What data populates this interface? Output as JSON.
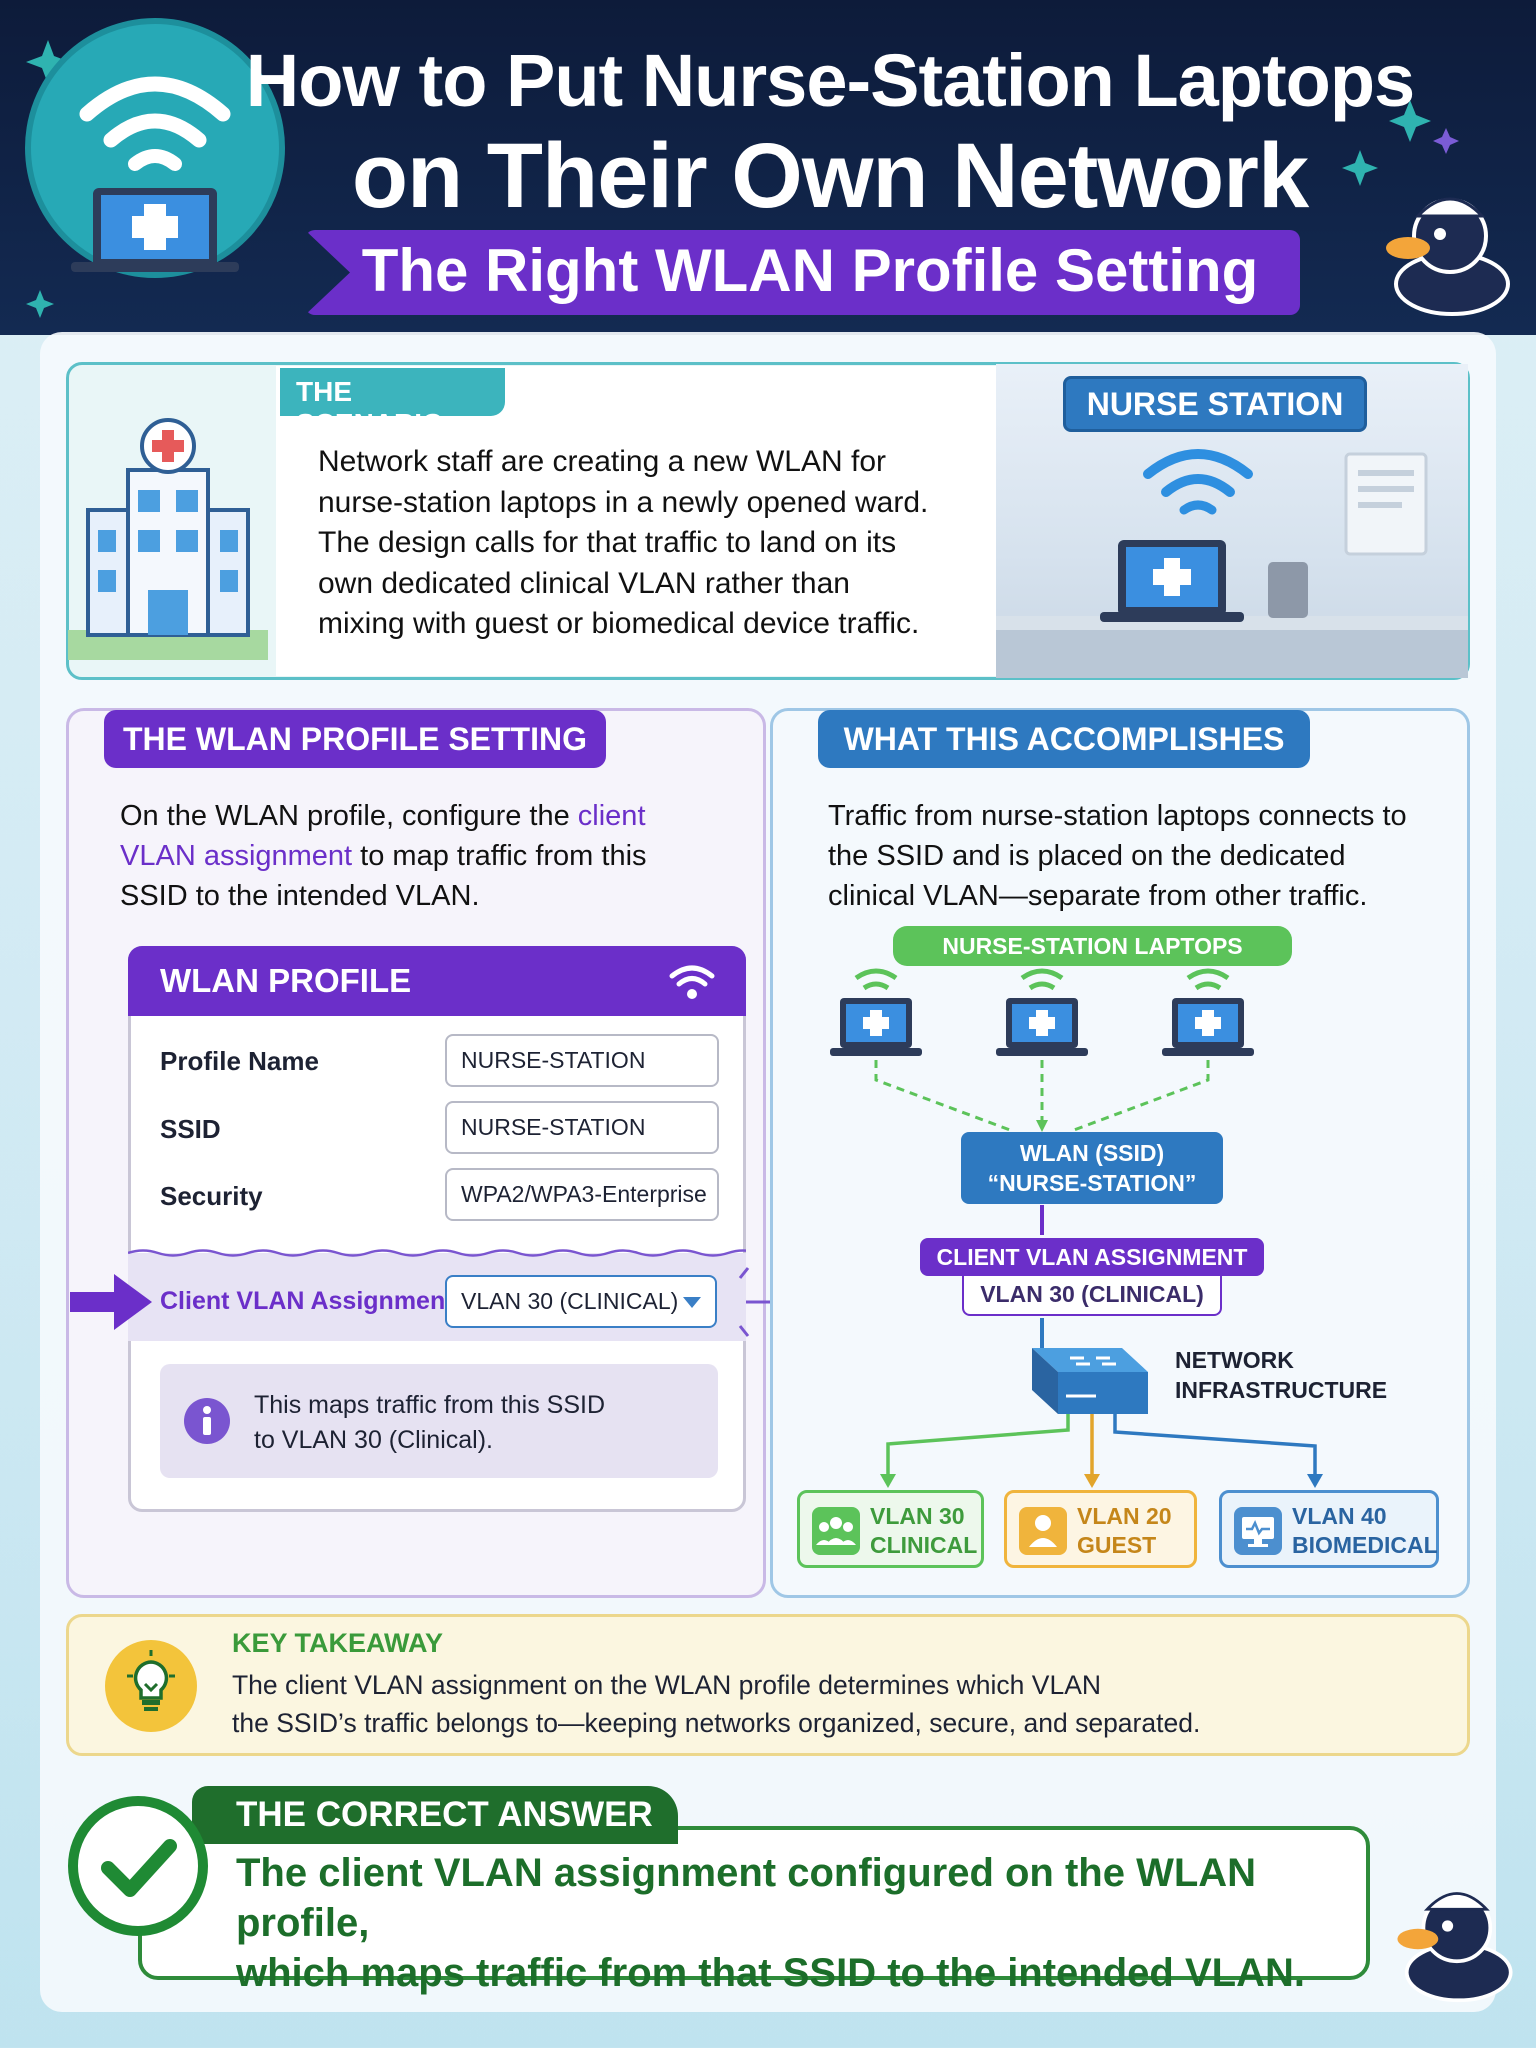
{
  "header": {
    "title_line1": "How to Put Nurse-Station Laptops",
    "title_line2": "on Their Own Network",
    "subtitle": "The Right WLAN Profile Setting"
  },
  "scenario": {
    "tag": "THE SCENARIO",
    "lines": [
      "Network staff are creating a new WLAN for",
      "nurse-station laptops in a newly opened ward.",
      "The design calls for that traffic to land on its",
      "own dedicated clinical VLAN rather than",
      "mixing with guest or biomedical device traffic."
    ],
    "photo_label": "NURSE STATION"
  },
  "setting": {
    "heading": "THE WLAN PROFILE SETTING",
    "desc_part1": "On the WLAN profile, configure the ",
    "desc_highlight": "client VLAN assignment",
    "desc_part2": " to map traffic from this SSID to the intended VLAN.",
    "profile": {
      "title": "WLAN PROFILE",
      "rows": [
        {
          "label": "Profile Name",
          "value": "NURSE-STATION"
        },
        {
          "label": "SSID",
          "value": "NURSE-STATION"
        },
        {
          "label": "Security",
          "value": "WPA2/WPA3-Enterprise"
        }
      ],
      "client_label": "Client VLAN Assignment",
      "client_value": "VLAN 30 (CLINICAL)",
      "info_line1": "This maps traffic from this SSID",
      "info_line2": "to VLAN 30 (Clinical)."
    }
  },
  "accomplish": {
    "heading": "WHAT THIS ACCOMPLISHES",
    "desc": "Traffic from nurse-station laptops connects to the SSID and is placed on the dedicated clinical VLAN—separate from other traffic.",
    "laptops_label": "NURSE-STATION LAPTOPS",
    "ssid_line1": "WLAN (SSID)",
    "ssid_line2": "“NURSE-STATION”",
    "cva_label": "CLIENT VLAN ASSIGNMENT",
    "cva_value": "VLAN 30 (CLINICAL)",
    "infra_line1": "NETWORK",
    "infra_line2": "INFRASTRUCTURE",
    "vlans": [
      {
        "line1": "VLAN 30",
        "line2": "CLINICAL",
        "color": "#5cc35a",
        "icon": "people-icon"
      },
      {
        "line1": "VLAN 20",
        "line2": "GUEST",
        "color": "#f0b43c",
        "icon": "person-icon"
      },
      {
        "line1": "VLAN 40",
        "line2": "BIOMEDICAL",
        "color": "#4c8fcf",
        "icon": "monitor-icon"
      }
    ]
  },
  "takeaway": {
    "heading": "KEY TAKEAWAY",
    "line1": "The client VLAN assignment on the WLAN profile determines which VLAN",
    "line2": "the SSID’s traffic belongs to—keeping networks organized, secure, and separated."
  },
  "answer": {
    "tag": "THE CORRECT ANSWER",
    "line1": "The client VLAN assignment configured on the WLAN profile,",
    "line2": "which maps traffic from that SSID to the intended VLAN."
  },
  "colors": {
    "purple": "#6b2fc9",
    "blue": "#2e79c0",
    "teal": "#3cb4bd",
    "green": "#1f8a34",
    "navy": "#0d1b3a"
  }
}
